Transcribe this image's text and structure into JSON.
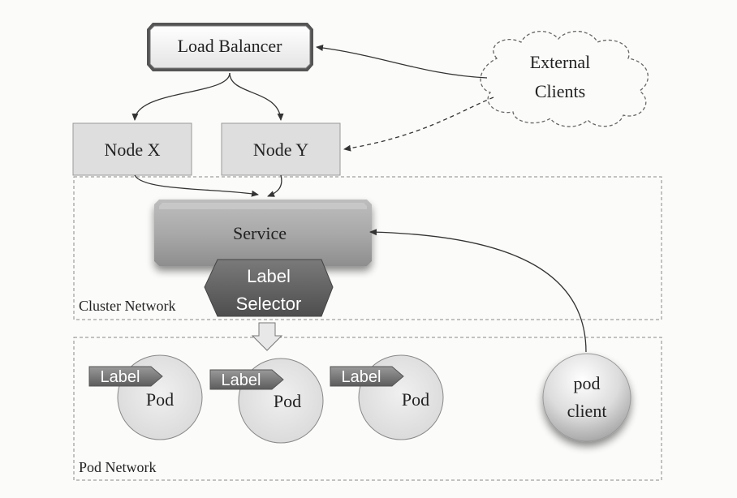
{
  "load_balancer": {
    "label": "Load Balancer"
  },
  "external_clients": {
    "line1": "External",
    "line2": "Clients"
  },
  "nodes": [
    {
      "label": "Node X"
    },
    {
      "label": "Node Y"
    }
  ],
  "service": {
    "label": "Service"
  },
  "label_selector": {
    "line1": "Label",
    "line2": "Selector"
  },
  "cluster_network": {
    "label": "Cluster Network"
  },
  "pods": [
    {
      "tag": "Label",
      "label": "Pod"
    },
    {
      "tag": "Label",
      "label": "Pod"
    },
    {
      "tag": "Label",
      "label": "Pod"
    }
  ],
  "pod_client": {
    "line1": "pod",
    "line2": "client"
  },
  "pod_network": {
    "label": "Pod Network"
  }
}
